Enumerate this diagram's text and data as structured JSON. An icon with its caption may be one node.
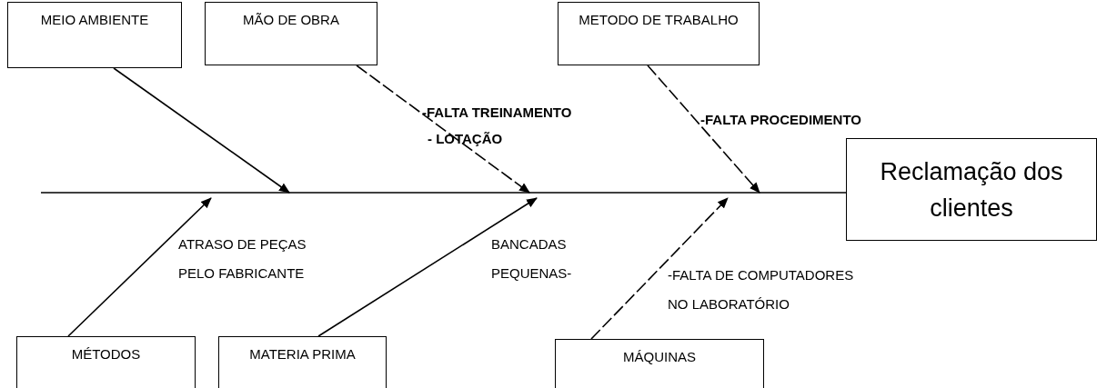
{
  "diagram": {
    "nodes": [
      {
        "text": [
          "MEIO AMBIENTE"
        ]
      },
      {
        "text": [
          "MÃO DE OBRA"
        ]
      },
      {
        "text": [
          "METODO DE TRABALHO"
        ]
      },
      {
        "text": [
          "Reclamação dos clientes"
        ]
      },
      {
        "text": [
          "MÉTODOS"
        ]
      },
      {
        "text": [
          "MATERIA PRIMA"
        ]
      },
      {
        "text": [
          "MÁQUINAS"
        ]
      }
    ],
    "edges": [
      {
        "from": 0,
        "to": null,
        "arrow": "to"
      },
      {
        "from": 1,
        "to": null,
        "arrow": "to",
        "style": "dashed"
      },
      {
        "from": 2,
        "to": null,
        "arrow": "to",
        "style": "dashed"
      },
      {
        "from": null,
        "to": 3,
        "arrow": "none"
      },
      {
        "from": 4,
        "to": null,
        "arrow": "to"
      },
      {
        "from": 5,
        "to": null,
        "arrow": "to"
      },
      {
        "from": 6,
        "to": null,
        "arrow": "to",
        "style": "dashed"
      }
    ],
    "labels": [
      "-FALTA TREINAMENTO",
      "- LOTAÇÃO",
      "-FALTA PROCEDIMENTO",
      "ATRASO DE PEÇAS PELO FABRICANTE",
      "BANCADAS PEQUENAS-",
      "-FALTA DE COMPUTADORES NO LABORATÓRIO"
    ]
  }
}
